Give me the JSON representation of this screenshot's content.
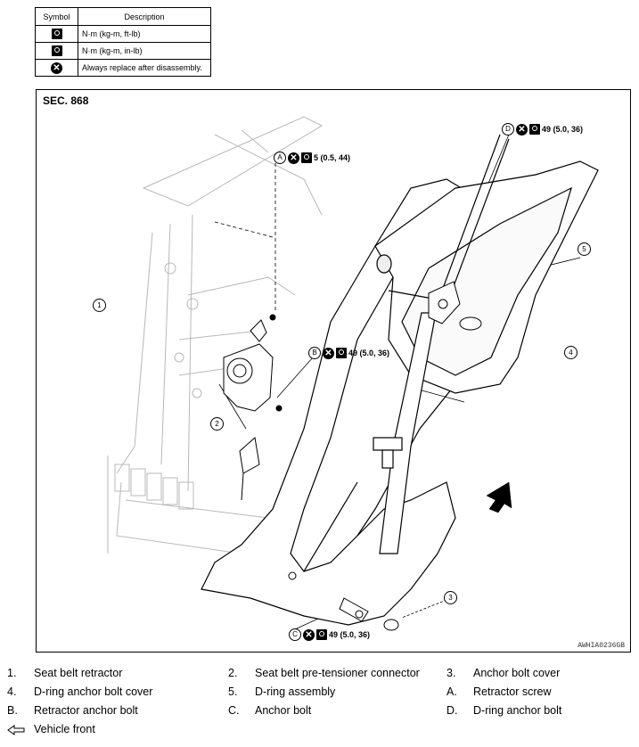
{
  "symbol_table": {
    "header_symbol": "Symbol",
    "header_description": "Description",
    "rows": [
      {
        "icon": "torque-wrench-icon",
        "description": "N·m (kg-m, ft-lb)"
      },
      {
        "icon": "torque-wrench-small-icon",
        "description": "N·m (kg-m, in-lb)"
      },
      {
        "icon": "always-replace-icon",
        "description": "Always replace after disassembly."
      }
    ]
  },
  "figure": {
    "section": "SEC. 868",
    "code": "AWHIA0236GB",
    "callouts": {
      "A": {
        "letter": "A",
        "torque": "5 (0.5, 44)"
      },
      "B": {
        "letter": "B",
        "torque": "49 (5.0, 36)"
      },
      "C": {
        "letter": "C",
        "torque": "49 (5.0, 36)"
      },
      "D": {
        "letter": "D",
        "torque": "49 (5.0, 36)"
      }
    },
    "numbers": [
      "1",
      "2",
      "3",
      "4",
      "5"
    ]
  },
  "legend": {
    "items": [
      {
        "key": "1.",
        "label": "Seat belt retractor"
      },
      {
        "key": "2.",
        "label": "Seat belt pre-tensioner connector"
      },
      {
        "key": "3.",
        "label": "Anchor bolt cover"
      },
      {
        "key": "4.",
        "label": "D-ring anchor bolt cover"
      },
      {
        "key": "5.",
        "label": "D-ring assembly"
      },
      {
        "key": "A.",
        "label": "Retractor screw"
      },
      {
        "key": "B.",
        "label": "Retractor anchor bolt"
      },
      {
        "key": "C.",
        "label": "Anchor bolt"
      },
      {
        "key": "D.",
        "label": "D-ring anchor bolt"
      }
    ],
    "vehicle_front_icon": "hollow-arrow-left-icon",
    "vehicle_front": "Vehicle front"
  }
}
